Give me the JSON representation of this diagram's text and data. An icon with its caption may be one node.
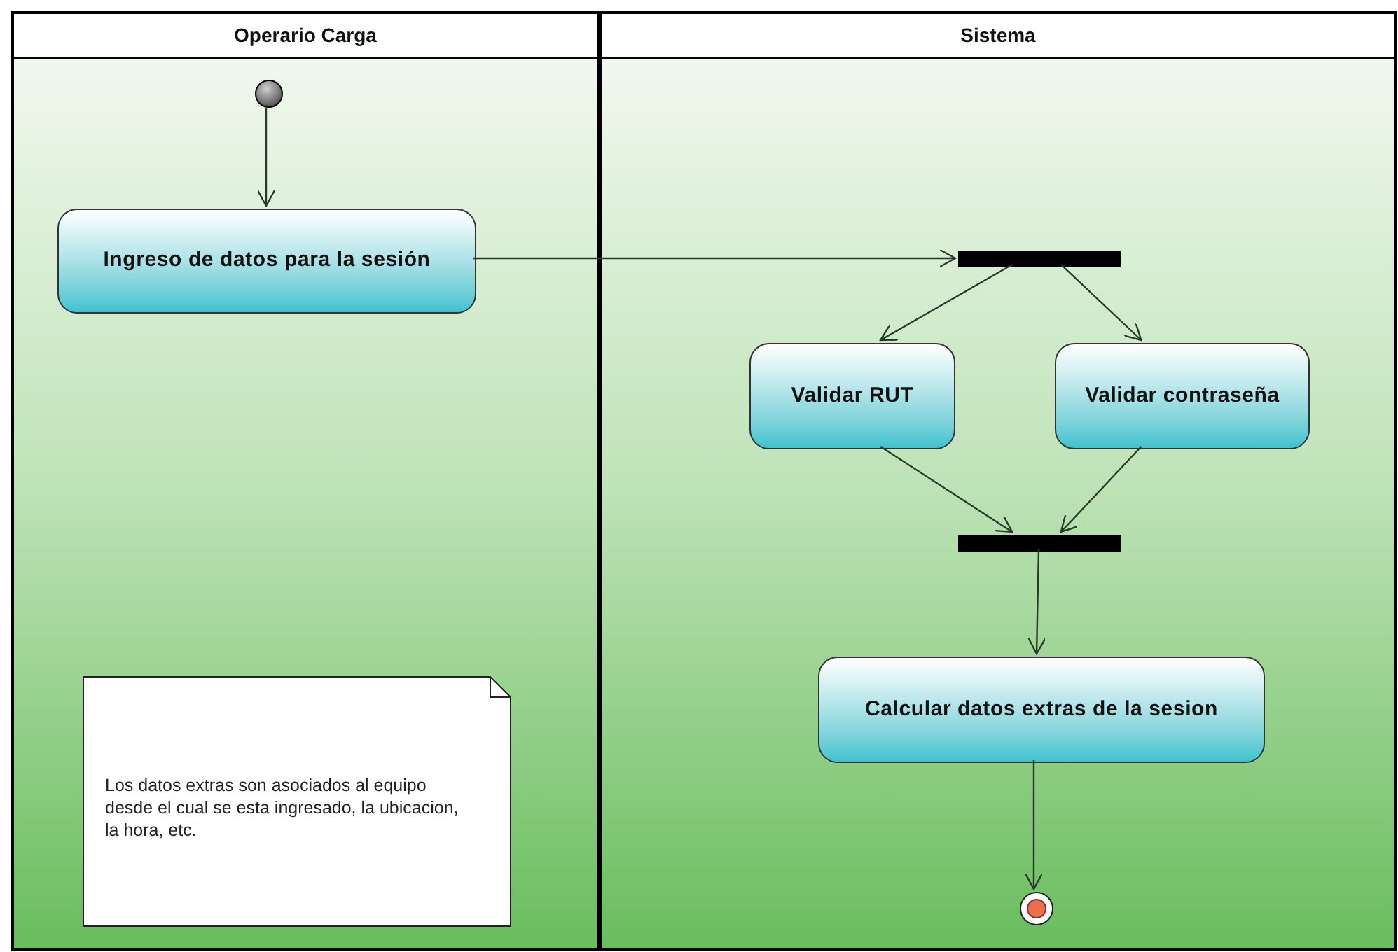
{
  "diagram": {
    "nodes": [
      {
        "text": [
          "Operario Carga"
        ]
      },
      {
        "text": [
          "Sistema"
        ]
      },
      {
        "text": [],
        "shape": "circle",
        "in": 0
      },
      {
        "text": [
          "Ingreso de datos para la sesión"
        ],
        "in": 0
      },
      {
        "text": [],
        "shape": "bar",
        "in": 1
      },
      {
        "text": [
          "Validar RUT"
        ],
        "in": 1
      },
      {
        "text": [
          "Validar contraseña"
        ],
        "in": 1
      },
      {
        "text": [],
        "shape": "bar",
        "in": 1
      },
      {
        "text": [
          "Calcular datos extras de la sesion"
        ],
        "in": 1
      },
      {
        "text": [],
        "shape": "circle",
        "in": 1
      },
      {
        "text": [
          "Los datos extras son asociados al equipo desde el cual se esta ingresado, la ubicacion, la hora, etc."
        ],
        "in": 0
      }
    ],
    "edges": [
      {
        "from": 2,
        "to": 3,
        "arrow": "to"
      },
      {
        "from": 3,
        "to": 4,
        "arrow": "to"
      },
      {
        "from": 4,
        "to": 5,
        "arrow": "to"
      },
      {
        "from": 4,
        "to": 6,
        "arrow": "to"
      },
      {
        "from": 5,
        "to": 7,
        "arrow": "to"
      },
      {
        "from": 6,
        "to": 7,
        "arrow": "to"
      },
      {
        "from": 7,
        "to": 8,
        "arrow": "to"
      },
      {
        "from": 8,
        "to": 9,
        "arrow": "to"
      }
    ]
  }
}
